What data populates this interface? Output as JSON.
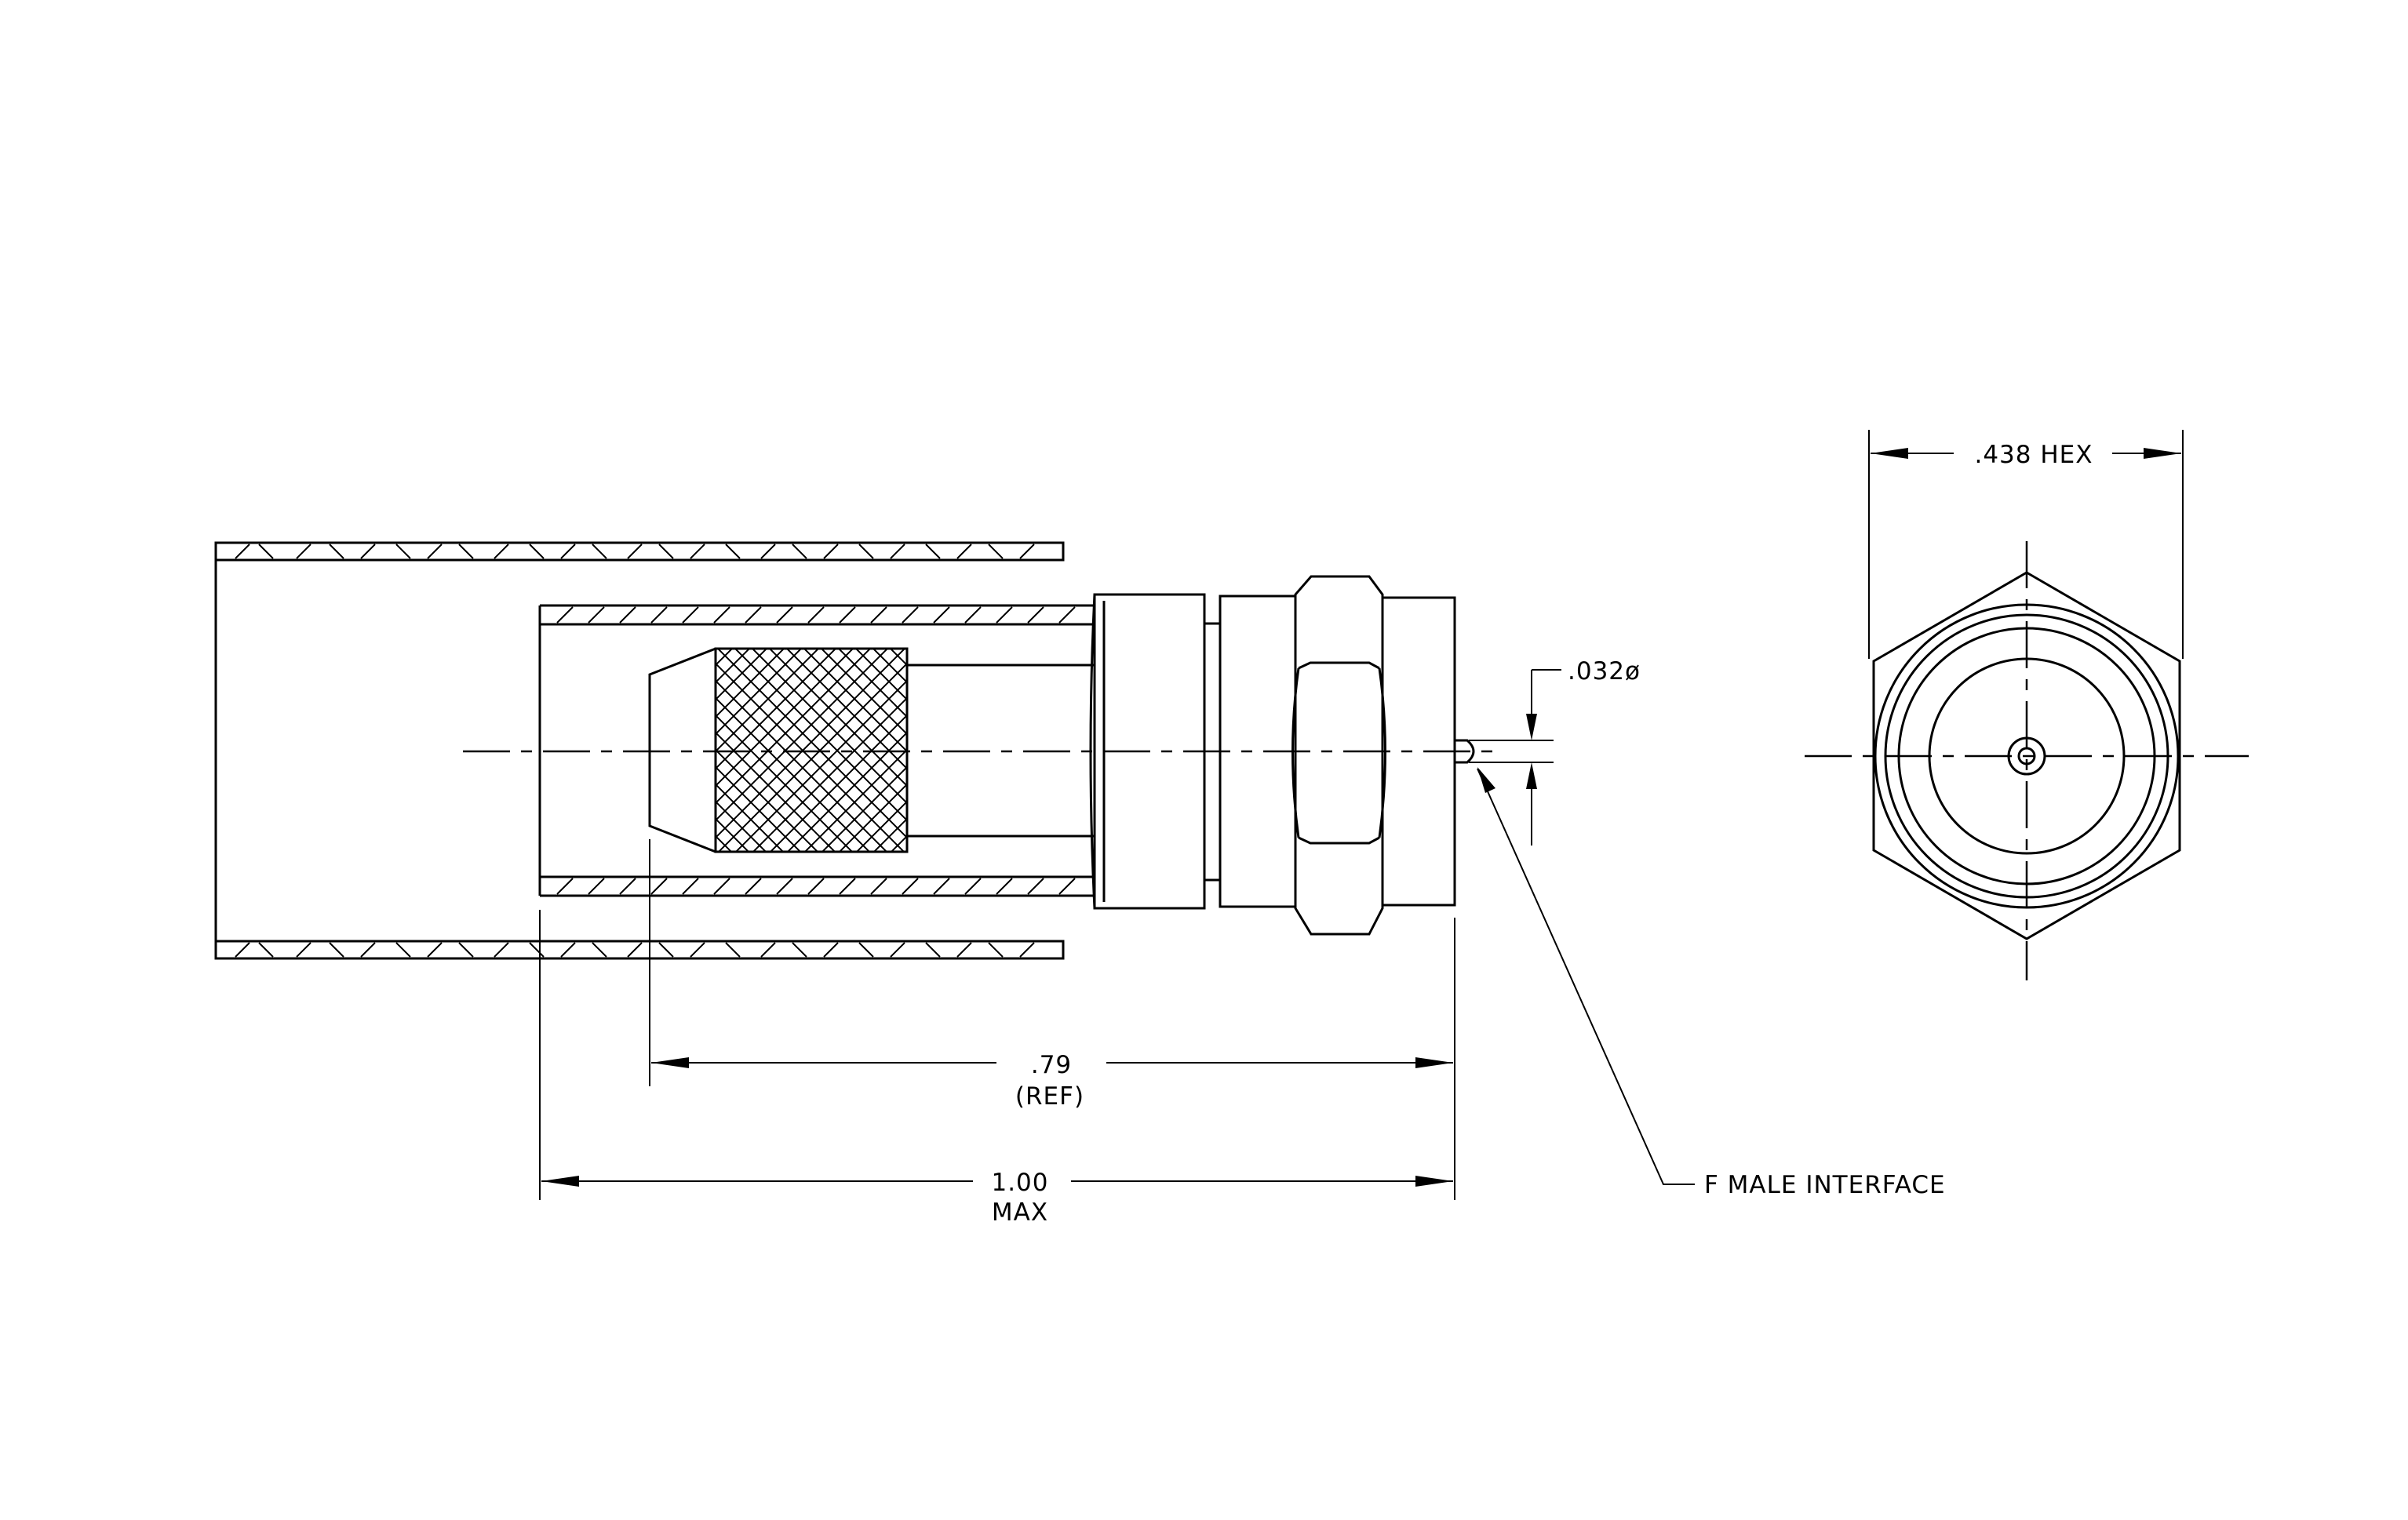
{
  "dimensions": {
    "hex_width": ".438 HEX",
    "pin_diameter": ".032ø",
    "insert_length_value": ".79",
    "insert_length_note": "(REF)",
    "overall_length_value": "1.00",
    "overall_length_note": "MAX"
  },
  "callouts": {
    "interface": "F MALE INTERFACE"
  }
}
